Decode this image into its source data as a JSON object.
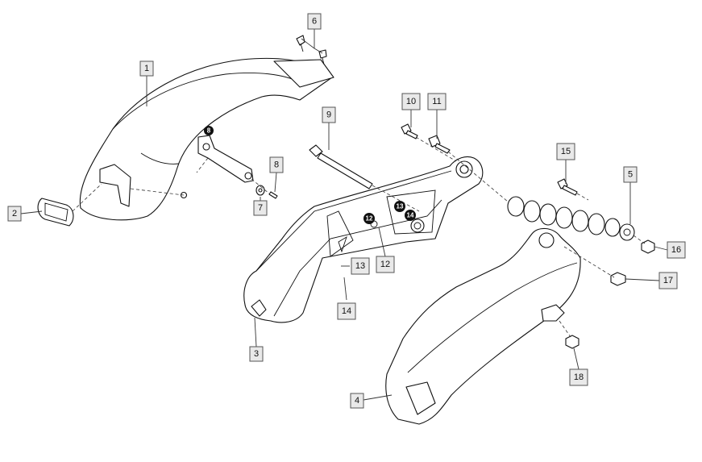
{
  "diagram": {
    "callouts": [
      "1",
      "2",
      "3",
      "4",
      "5",
      "6",
      "7",
      "8",
      "9",
      "10",
      "11",
      "12",
      "13",
      "14",
      "15",
      "16",
      "17",
      "18"
    ],
    "badges": [
      "8",
      "12",
      "13",
      "14"
    ]
  }
}
